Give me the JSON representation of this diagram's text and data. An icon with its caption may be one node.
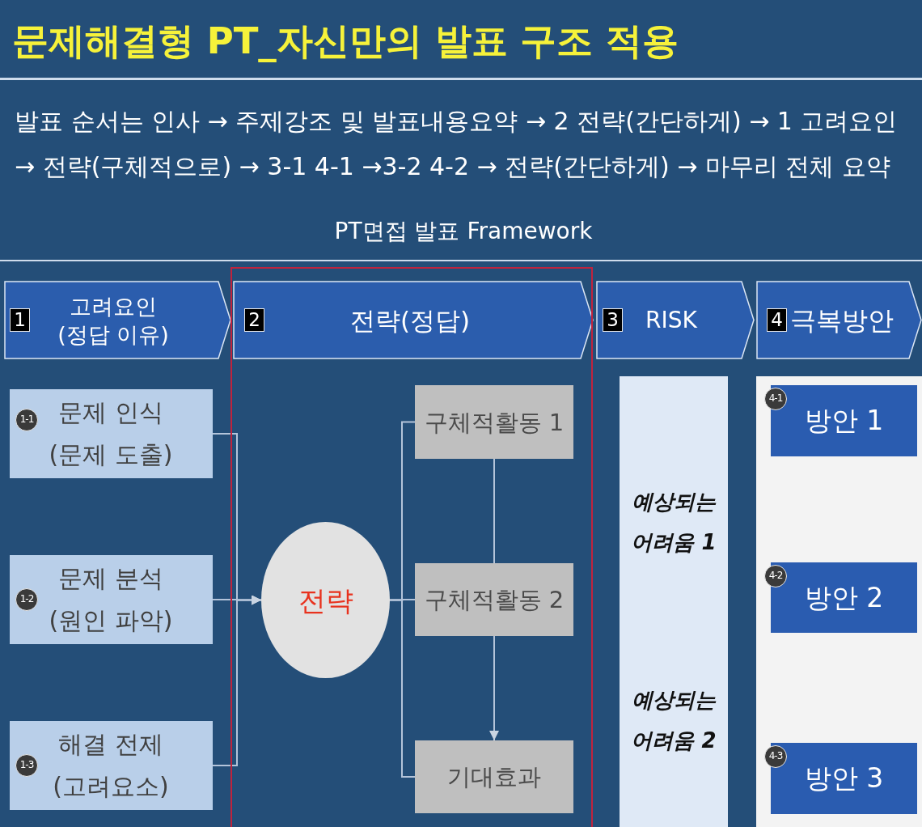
{
  "diagram": {
    "title": "문제해결형 PT_자신만의 발표 구조 적용",
    "nodes": [
      {
        "text": [
          "1",
          "고려요인 (정답 이유)"
        ]
      },
      {
        "text": [
          "2",
          "전략(정답)"
        ]
      },
      {
        "text": [
          "3",
          "RISK"
        ]
      },
      {
        "text": [
          "4",
          "극복방안"
        ]
      },
      {
        "text": [
          "1-1",
          "문제 인식 (문제 도출)"
        ]
      },
      {
        "text": [
          "1-2",
          "문제 분석 (원인 파악)"
        ]
      },
      {
        "text": [
          "1-3",
          "해결 전제 (고려요소)"
        ]
      },
      {
        "text": [
          "전략"
        ]
      },
      {
        "text": [
          "구체적활동 1"
        ]
      },
      {
        "text": [
          "구체적활동 2"
        ]
      },
      {
        "text": [
          "기대효과"
        ]
      },
      {
        "text": [
          "예상되는 어려움 1",
          "예상되는 어려움 2"
        ]
      },
      {
        "text": [],
        "shape": "box"
      },
      {
        "text": [
          "4-1",
          "방안 1"
        ],
        "in": 12
      },
      {
        "text": [
          "4-2",
          "방안 2"
        ],
        "in": 12
      },
      {
        "text": [
          "4-3",
          "방안 3"
        ],
        "in": 12
      }
    ],
    "edges": [
      {
        "from": 4,
        "to": 7,
        "arrow": "to"
      },
      {
        "from": 5,
        "to": 7,
        "arrow": "to"
      },
      {
        "from": 6,
        "to": 7,
        "arrow": "to"
      },
      {
        "from": 7,
        "to": 8,
        "arrow": "none"
      },
      {
        "from": 7,
        "to": 9,
        "arrow": "none"
      },
      {
        "from": 7,
        "to": 10,
        "arrow": "none"
      },
      {
        "from": 8,
        "to": 9,
        "arrow": "none"
      },
      {
        "from": 9,
        "to": 10,
        "arrow": "to"
      }
    ],
    "labels": [
      "발표 순서는 인사 → 주제강조 및 발표내용요약 → 2 전략(간단하게) → 1 고려요인 → 전략(구체적으로) → 3-1 4-1 →3-2 4-2 → 전략(간단하게) → 마무리 전체 요약",
      "PT면접 발표 Framework"
    ]
  }
}
